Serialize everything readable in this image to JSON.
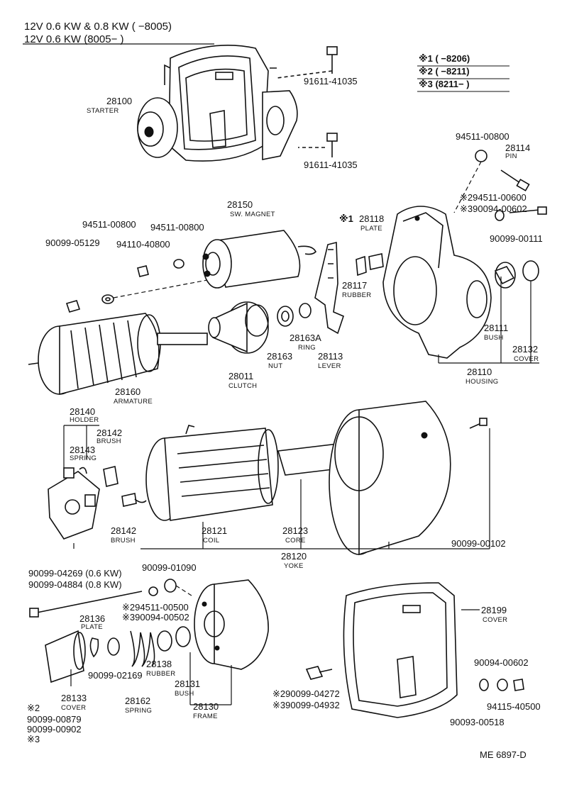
{
  "header": {
    "line1": "12V  0.6 KW  &  0.8 KW  (        −8005)",
    "line2": "12V  0.6 KW                  (8005−        )"
  },
  "legend": {
    "item1": "※1 (         −8206)",
    "item2": "※2 (         −8211)",
    "item3": "※3 (8211−         )"
  },
  "parts": {
    "p91611_41035_a": "91611-41035",
    "p28100": "28100",
    "starter": "STARTER",
    "p91611_41035_b": "91611-41035",
    "p94511_00800_r": "94511-00800",
    "p28114": "28114",
    "pin": "PIN",
    "p2_94511_00600": "※294511-00600",
    "p3_90094_00602": "※390094-00602",
    "p90099_00111": "90099-00111",
    "p28150": "28150",
    "sw_magnet": "SW. MAGNET",
    "p94511_00800_l": "94511-00800",
    "p94511_00800_m": "94511-00800",
    "p90099_05129": "90099-05129",
    "p94110_40800": "94110-40800",
    "mark1": "※1",
    "p28118": "28118",
    "plate1": "PLATE",
    "p28117": "28117",
    "rubber1": "RUBBER",
    "p28111": "28111",
    "bush1": "BUSH",
    "p28132": "28132",
    "cover1": "COVER",
    "p28110": "28110",
    "housing": "HOUSING",
    "p28163A": "28163A",
    "ring": "RING",
    "p28163": "28163",
    "nut": "NUT",
    "p28113": "28113",
    "lever": "LEVER",
    "p28011": "28011",
    "clutch": "CLUTCH",
    "p28160": "28160",
    "armature": "ARMATURE",
    "p28140": "28140",
    "holder": "HOLDER",
    "p28142_a": "28142",
    "brush_a": "BRUSH",
    "p28143": "28143",
    "spring1": "SPRING",
    "p28142_b": "28142",
    "brush_b": "BRUSH",
    "p28121": "28121",
    "coil": "COIL",
    "p28123": "28123",
    "core": "CORE",
    "p28120": "28120",
    "yoke": "YOKE",
    "p90099_00102": "90099-00102",
    "p90099_04269": "90099-04269 (0.6 KW)",
    "p90099_04884": "90099-04884 (0.8 KW)",
    "p90099_01090": "90099-01090",
    "p2_94511_00500": "※294511-00500",
    "p3_90094_00502": "※390094-00502",
    "p28136": "28136",
    "plate2": "PLATE",
    "p90099_02169": "90099-02169",
    "p28138": "28138",
    "rubber2": "RUBBER",
    "p28162": "28162",
    "spring2": "SPRING",
    "p28131": "28131",
    "bush2": "BUSH",
    "p28130": "28130",
    "frame": "FRAME",
    "p28133": "28133",
    "cover2": "COVER",
    "mark2": "※2",
    "p90099_00879": "90099-00879",
    "p90099_00902": "90099-00902",
    "mark3": "※3",
    "p28199": "28199",
    "cover3": "COVER",
    "p2_90099_04272": "※290099-04272",
    "p3_90099_04932": "※390099-04932",
    "p90094_00602": "90094-00602",
    "p94115_40500": "94115-40500",
    "p90093_00518": "90093-00518"
  },
  "footer": {
    "code": "ME  6897-D"
  }
}
